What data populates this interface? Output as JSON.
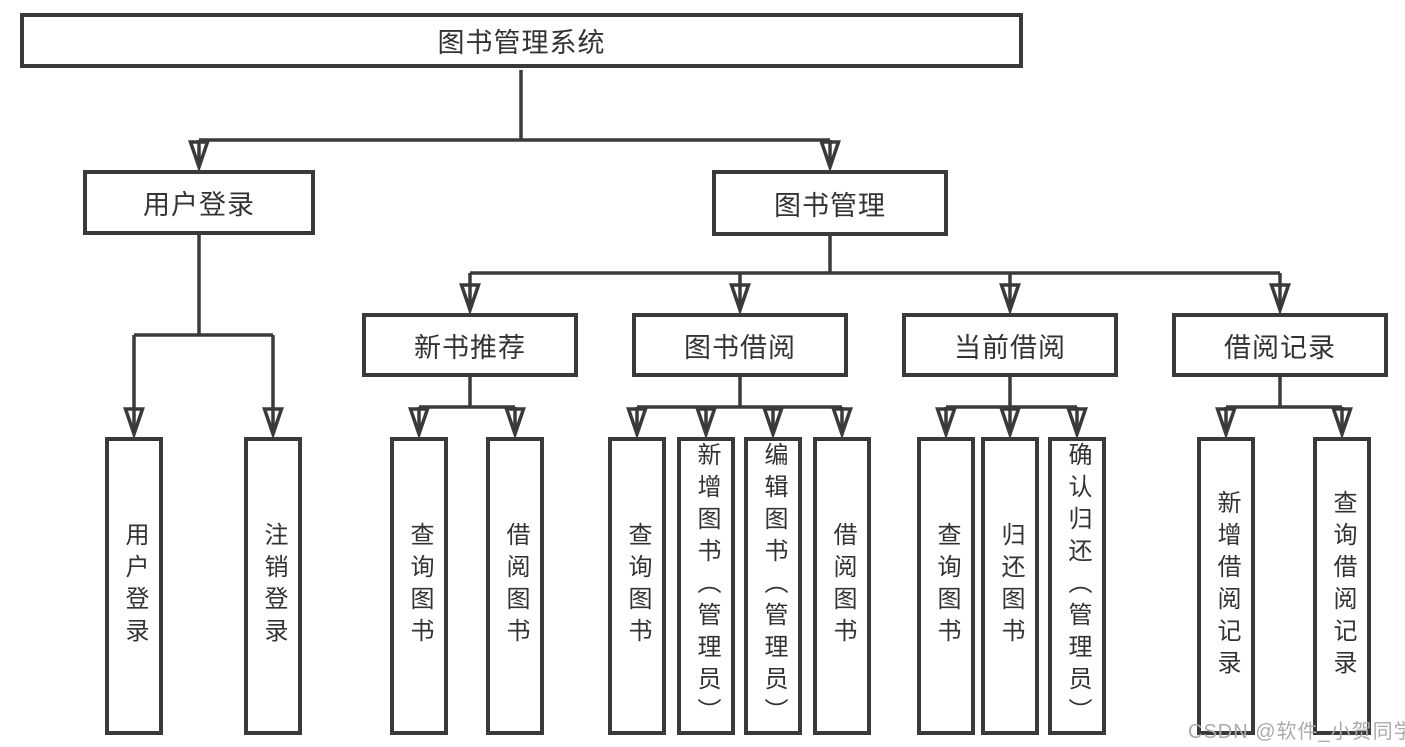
{
  "tree": {
    "root": "图书管理系统",
    "level2": [
      {
        "label": "用户登录",
        "leaves": [
          "用户登录",
          "注销登录"
        ]
      },
      {
        "label": "图书管理",
        "children": [
          {
            "label": "新书推荐",
            "leaves": [
              "查询图书",
              "借阅图书"
            ]
          },
          {
            "label": "图书借阅",
            "leaves": [
              "查询图书",
              "新增图书（管理员）",
              "编辑图书（管理员）",
              "借阅图书"
            ]
          },
          {
            "label": "当前借阅",
            "leaves": [
              "查询图书",
              "归还图书",
              "确认归还（管理员）"
            ]
          },
          {
            "label": "借阅记录",
            "leaves": [
              "新增借阅记录",
              "查询借阅记录"
            ]
          }
        ]
      }
    ]
  },
  "colors": {
    "line": "#3a3a3a",
    "box_border": "#3a3a3a",
    "text": "#333333",
    "watermark": "#ababab",
    "background": "#ffffff"
  },
  "watermark": "CSDN @软件_小贺同学"
}
